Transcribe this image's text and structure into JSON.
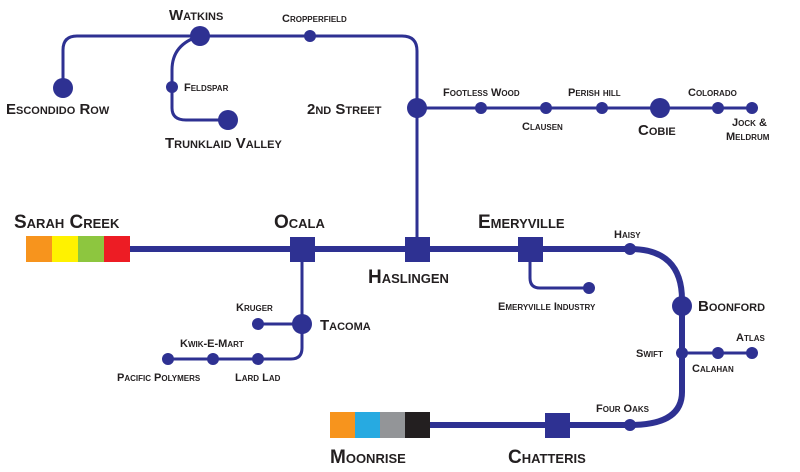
{
  "colors": {
    "line": "#2e3192",
    "text": "#231f20",
    "sarah_creek_bands": [
      "#f7941d",
      "#fff200",
      "#8dc63f",
      "#ed1c24"
    ],
    "moonrise_bands": [
      "#f7941d",
      "#27aae1",
      "#939598",
      "#231f20"
    ]
  },
  "terminals": {
    "sarah_creek": "Sarah Creek",
    "moonrise": "Moonrise"
  },
  "stations": {
    "watkins": "Watkins",
    "cropperfield": "Cropperfield",
    "escondido_row": "Escondido Row",
    "feldspar": "Feldspar",
    "trunklaid_valley": "Trunklaid Valley",
    "second_street": "2nd Street",
    "footless_wood": "Footless Wood",
    "clausen": "Clausen",
    "perish_hill": "Perish hill",
    "cobie": "Cobie",
    "colorado": "Colorado",
    "jock_meldrum_1": "Jock &",
    "jock_meldrum_2": "Meldrum",
    "ocala": "Ocala",
    "haslingen": "Haslingen",
    "emeryville": "Emeryville",
    "haisy": "Haisy",
    "emeryville_industry": "Emeryville Industry",
    "boonford": "Boonford",
    "kruger": "Kruger",
    "tacoma": "Tacoma",
    "kwik_e_mart": "Kwik-E-Mart",
    "pacific_polymers": "Pacific Polymers",
    "lard_lad": "Lard Lad",
    "swift": "Swift",
    "atlas": "Atlas",
    "calahan": "Calahan",
    "four_oaks": "Four Oaks",
    "chatteris": "Chatteris"
  }
}
